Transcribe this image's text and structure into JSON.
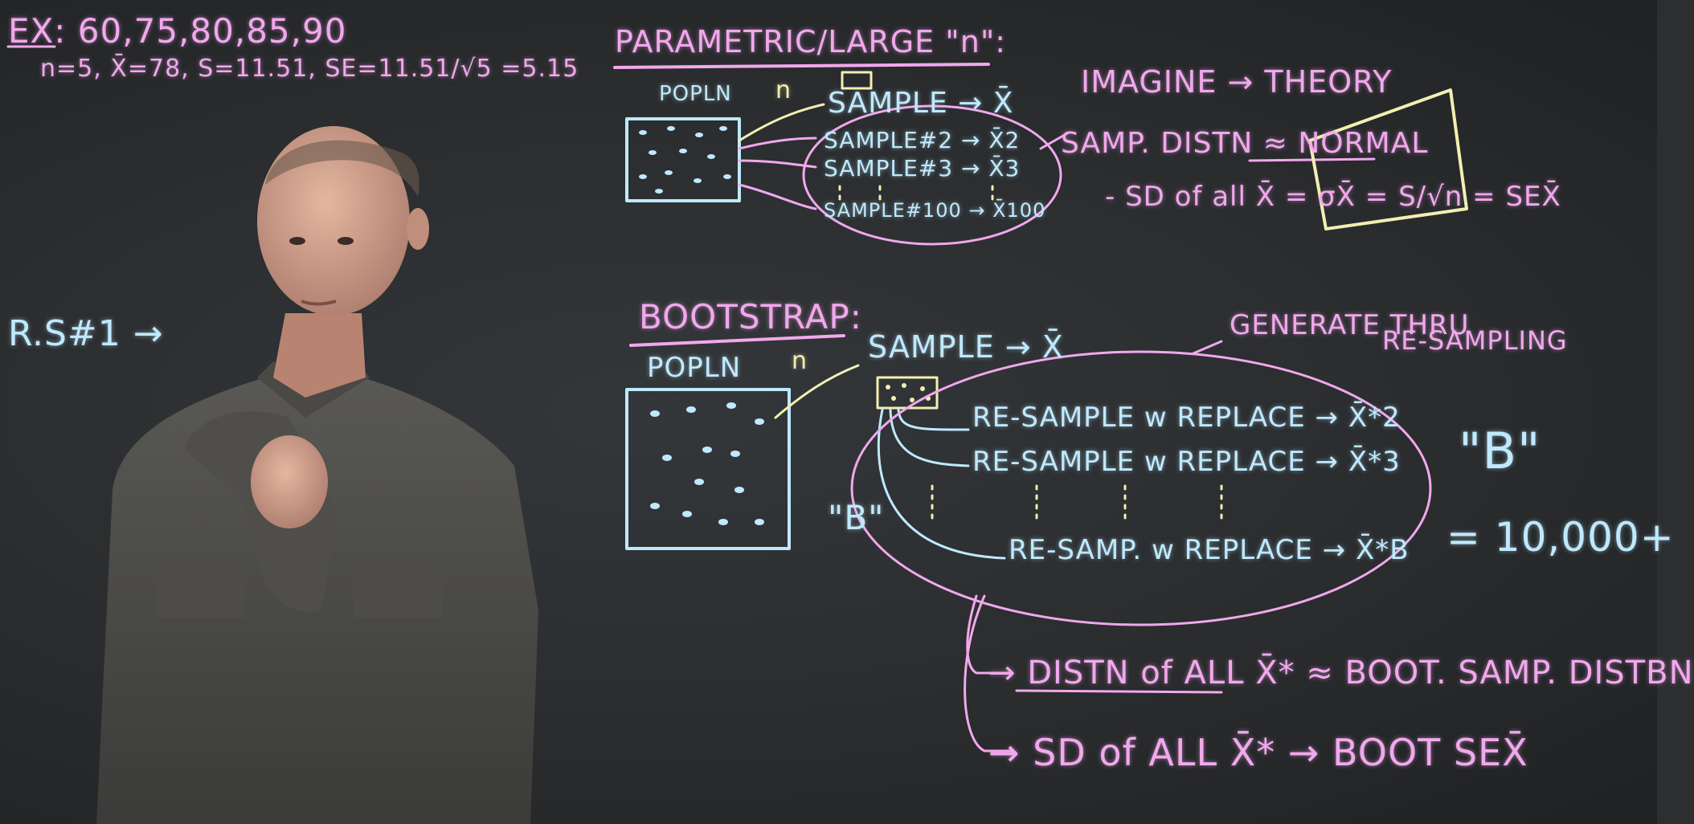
{
  "example": {
    "line1": "EX: 60,75,80,85,90",
    "line2": "n=5, X̄=78, S=11.51, SE=11.51/√5 =5.15"
  },
  "rs_label": "R.S#1 →",
  "parametric": {
    "heading": "PARAMETRIC/LARGE \"n\":",
    "popln": "POPLN",
    "n": "n",
    "sample1": "SAMPLE → X̄",
    "sample2": "SAMPLE#2 → X̄2",
    "sample3": "SAMPLE#3 → X̄3",
    "sample100": "SAMPLE#100 → X̄100",
    "imagine": "IMAGINE → THEORY",
    "samp_dist": "SAMP. DISTN ≈ NORMAL",
    "sd_all": "- SD of all X̄ = σX̄ = S/√n = SEX̄"
  },
  "bootstrap": {
    "heading": "BOOTSTRAP:",
    "popln": "POPLN",
    "n": "n",
    "sample": "SAMPLE → X̄",
    "generate": "GENERATE THRU",
    "resampling": "RE-SAMPLING",
    "resample2": "RE-SAMPLE w REPLACE → X̄*2",
    "resample3": "RE-SAMPLE w REPLACE → X̄*3",
    "resampleB": "RE-SAMP. w REPLACE → X̄*B",
    "b_left": "\"B\"",
    "b_right": "\"B\"",
    "b_value": "= 10,000+",
    "dist_all": "→ DISTN of ALL X̄* ≈ BOOT. SAMP. DISTBN",
    "sd_all": "→ SD of ALL X̄* → BOOT SEX̄"
  },
  "colors": {
    "pink": "#f1a8ec",
    "blue": "#bfe9ff",
    "yellow": "#f3efb0",
    "board": "#2c2e30"
  }
}
